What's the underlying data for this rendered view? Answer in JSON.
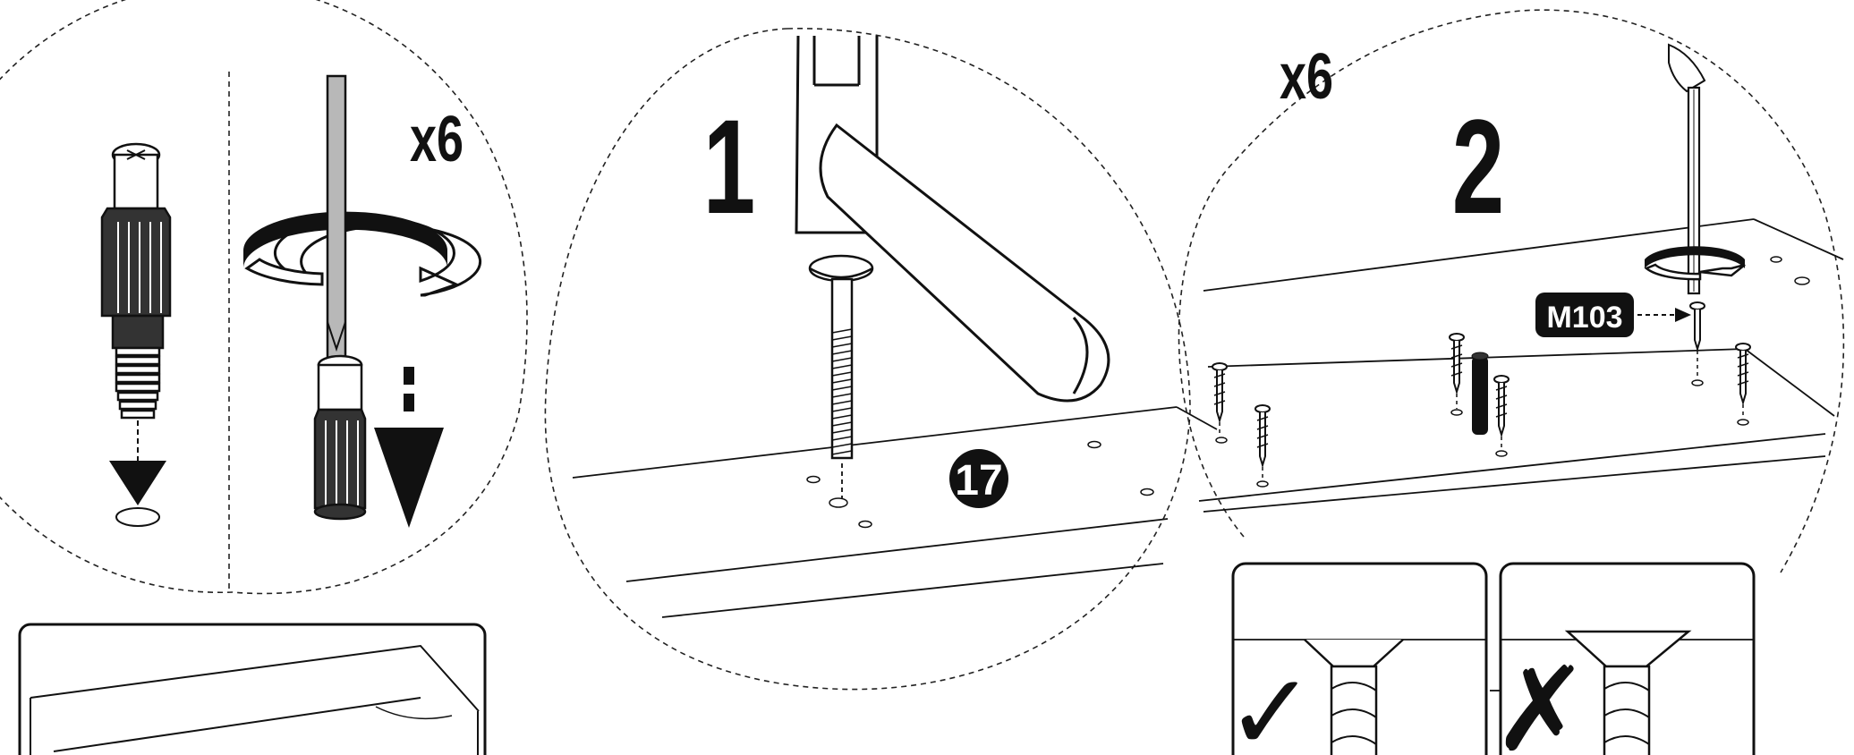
{
  "panel_left": {
    "multiplier": "x6"
  },
  "panel_step1": {
    "step_number": "1",
    "part_number": "17"
  },
  "panel_step2": {
    "multiplier": "x6",
    "step_number": "2",
    "part_label": "M103"
  },
  "inset_correct": {
    "mark": "✓"
  },
  "inset_wrong": {
    "mark": "✗"
  },
  "colors": {
    "ink": "#111111",
    "background": "#ffffff",
    "screwdriver_shaft": "#b8b8b8"
  }
}
